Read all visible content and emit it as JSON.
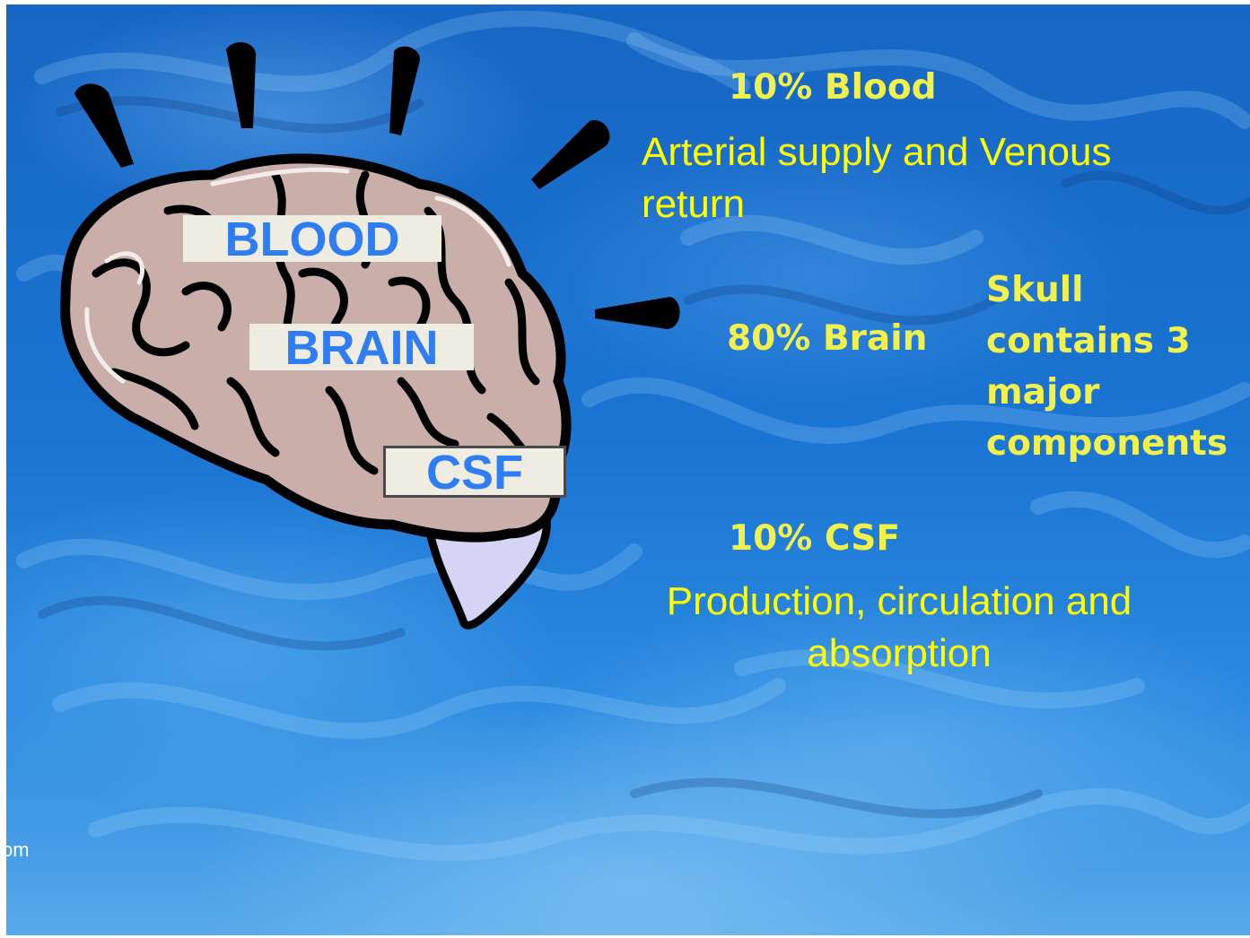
{
  "slide": {
    "background_color": "#1a74d2",
    "diagram_labels": {
      "blood": "BLOOD",
      "brain": "BRAIN",
      "csf": "CSF"
    },
    "percentages": {
      "blood": "10% Blood",
      "brain": "80% Brain",
      "csf": "10% CSF"
    },
    "skull_note": "Skull contains 3 major components",
    "blood_description": "Arterial supply and Venous return",
    "csf_description": "Production, circulation and absorption",
    "watermark_fragment": "om",
    "colors": {
      "label_text": "#2f7df2",
      "label_fill": "#efece2",
      "annotation_yellow": "#ffff00",
      "brain_fill": "#c9aeaa",
      "cerebellum_fill": "#d6d4f4"
    }
  }
}
